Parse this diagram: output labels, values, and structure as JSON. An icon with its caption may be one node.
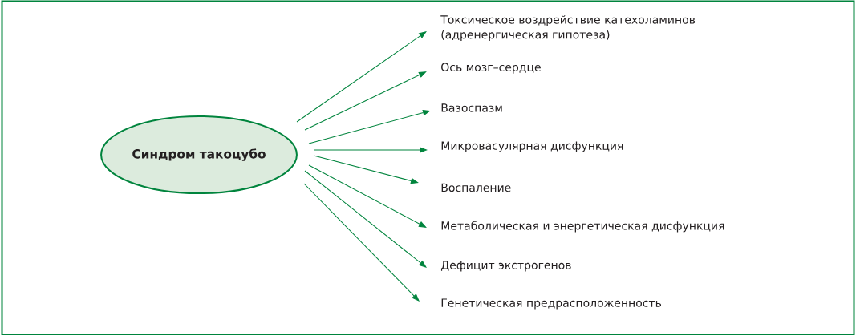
{
  "diagram": {
    "nodes": [
      {
        "text": [
          "Синдром такоцубо"
        ]
      },
      {
        "text": [
          "Токсическое воздрействие катехоламинов (адренергическая гипотеза)"
        ]
      },
      {
        "text": [
          "Ось мозг–сердце"
        ]
      },
      {
        "text": [
          "Вазоспазм"
        ]
      },
      {
        "text": [
          "Микровасулярная дисфункция"
        ]
      },
      {
        "text": [
          "Воспаление"
        ]
      },
      {
        "text": [
          "Метаболическая и энергетическая дисфункция"
        ]
      },
      {
        "text": [
          "Дефицит экстрогенов"
        ]
      },
      {
        "text": [
          "Генетическая предрасположенность"
        ]
      }
    ],
    "edges": [
      {
        "from": 0,
        "to": 1,
        "arrow": "to"
      },
      {
        "from": 0,
        "to": 2,
        "arrow": "to"
      },
      {
        "from": 0,
        "to": 3,
        "arrow": "to"
      },
      {
        "from": 0,
        "to": 4,
        "arrow": "to"
      },
      {
        "from": 0,
        "to": 5,
        "arrow": "to"
      },
      {
        "from": 0,
        "to": 6,
        "arrow": "to"
      },
      {
        "from": 0,
        "to": 7,
        "arrow": "to"
      },
      {
        "from": 0,
        "to": 8,
        "arrow": "to"
      }
    ]
  }
}
